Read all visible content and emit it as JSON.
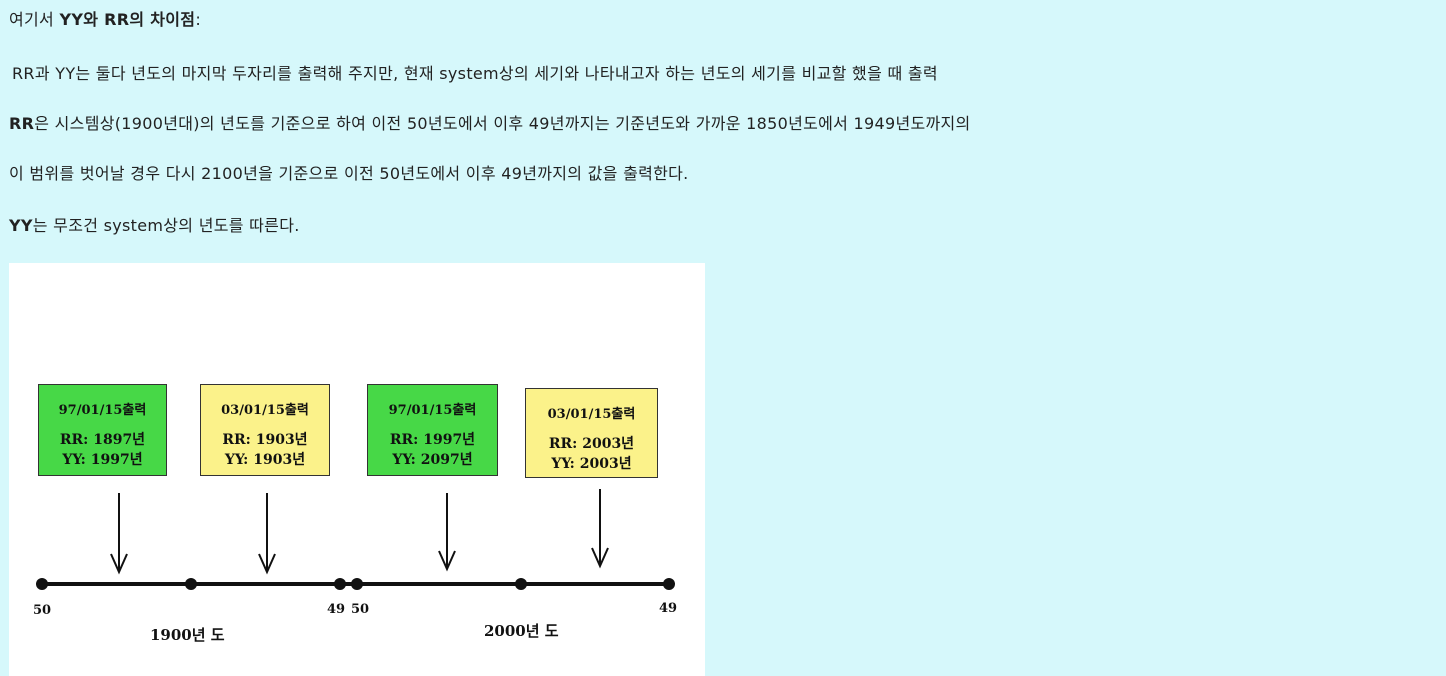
{
  "text": {
    "line1_prefix": "여기서 ",
    "line1_bold": "YY와 RR의 차이점",
    "line1_suffix": ":",
    "line2": "RR과 YY는 둘다 년도의 마지막 두자리를 출력해 주지만, 현재 system상의 세기와 나타내고자 하는 년도의 세기를 비교할 했을 때 출력",
    "line3_bold": "RR",
    "line3_rest": "은 시스템상(1900년대)의 년도를 기준으로 하여 이전 50년도에서 이후 49년까지는 기준년도와 가까운 1850년도에서 1949년도까지의",
    "line4": "이 범위를 벗어날 경우 다시 2100년을 기준으로 이전 50년도에서 이후 49년까지의 값을 출력한다.",
    "line5_bold": "YY",
    "line5_rest": "는 무조건 system상의 년도를 따른다."
  },
  "diagram": {
    "boxes": [
      {
        "title": "97/01/15출력",
        "rr": "RR: 1897년",
        "yy": "YY: 1997년",
        "color": "#47d847"
      },
      {
        "title": "03/01/15출력",
        "rr": "RR: 1903년",
        "yy": "YY: 1903년",
        "color": "#fbf28a"
      },
      {
        "title": "97/01/15출력",
        "rr": "RR: 1997년",
        "yy": "YY: 2097년",
        "color": "#47d847"
      },
      {
        "title": "03/01/15출력",
        "rr": "RR: 2003년",
        "yy": "YY: 2003년",
        "color": "#fbf28a"
      }
    ],
    "ticks": {
      "t1": "50",
      "t2": "49",
      "t3": "50",
      "t4": "49"
    },
    "eras": {
      "era1": "1900년 도",
      "era2": "2000년 도"
    }
  }
}
